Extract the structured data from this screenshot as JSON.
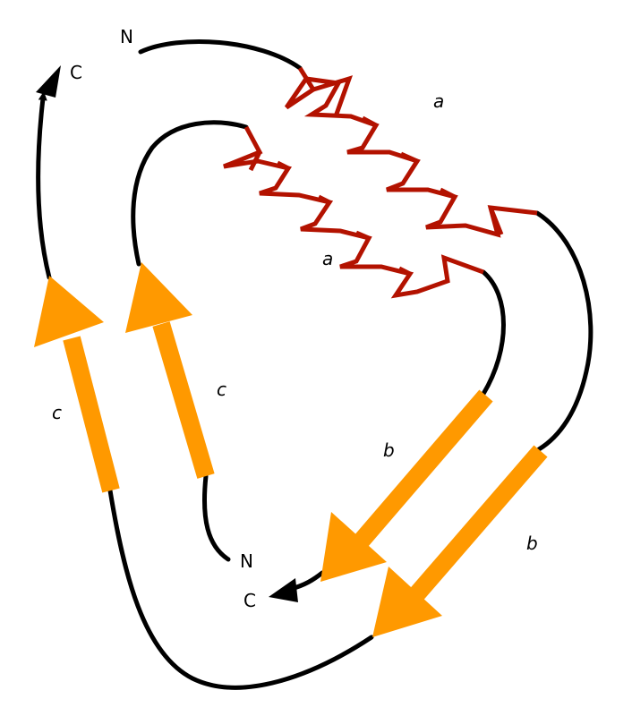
{
  "diagram": {
    "labels": {
      "n_outer": "N",
      "c_outer": "C",
      "n_inner": "N",
      "c_inner": "C",
      "helix_outer": "a",
      "helix_inner": "a",
      "strand_c_outer": "c",
      "strand_c_inner": "c",
      "strand_b_inner": "b",
      "strand_b_outer": "b"
    },
    "colors": {
      "chain": "#000000",
      "helix": "#b31200",
      "strand": "#ff9900",
      "background": "#ffffff"
    }
  }
}
